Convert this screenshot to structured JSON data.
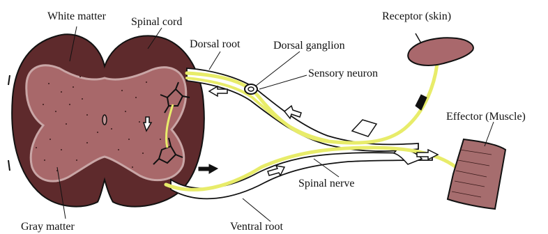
{
  "labels": {
    "white_matter": "White matter",
    "spinal_cord": "Spinal cord",
    "dorsal_root": "Dorsal root",
    "dorsal_ganglion": "Dorsal ganglion",
    "receptor": "Receptor (skin)",
    "sensory_neuron": "Sensory neuron",
    "effector": "Effector (Muscle)",
    "spinal_nerve": "Spinal nerve",
    "gray_matter": "Gray matter",
    "ventral_root": "Ventral root"
  },
  "colors": {
    "white_matter": "#5e2a2c",
    "gray_matter": "#a8686a",
    "gray_matter_light": "#c49596",
    "neuron": "#e8ec6a",
    "outline": "#111111",
    "receptor_skin": "#a9686c",
    "muscle": "#a66d6e"
  }
}
